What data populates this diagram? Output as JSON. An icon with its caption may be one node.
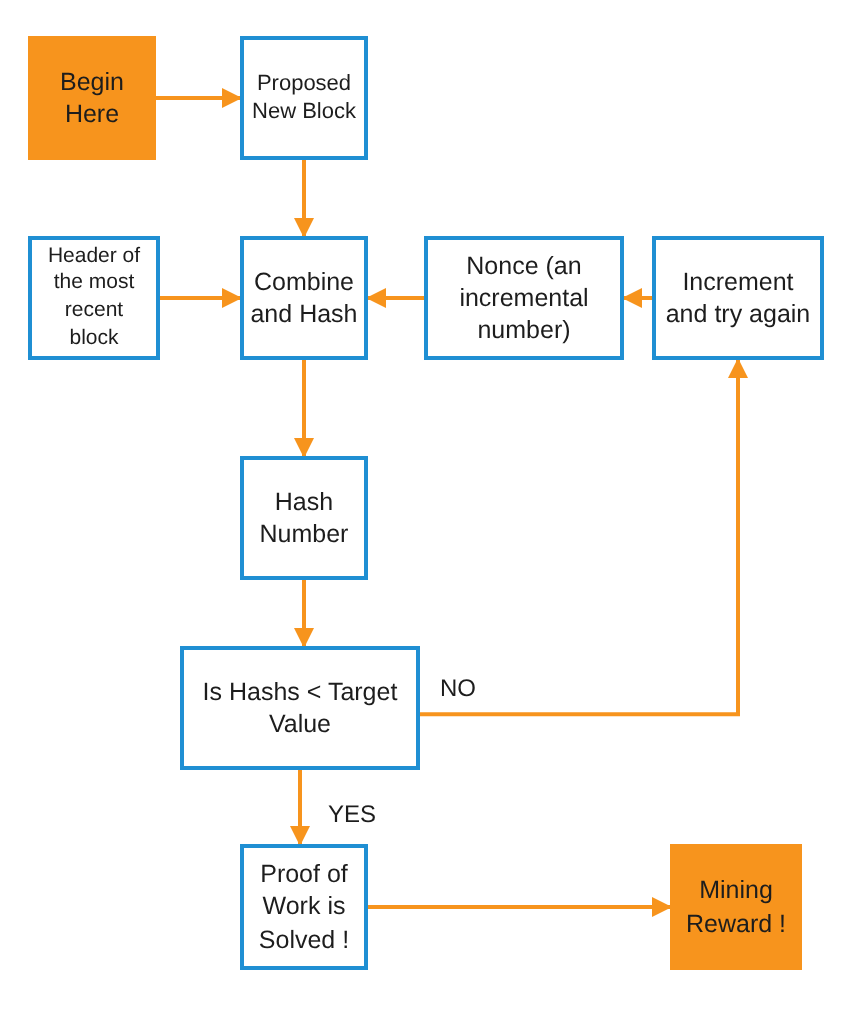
{
  "diagram": {
    "nodes": [
      {
        "text": [
          "Begin Here"
        ]
      },
      {
        "text": [
          "Proposed New Block"
        ]
      },
      {
        "text": [
          "Header of the most recent block"
        ]
      },
      {
        "text": [
          "Combine and Hash"
        ]
      },
      {
        "text": [
          "Nonce (an incremental number)"
        ]
      },
      {
        "text": [
          "Increment and try again"
        ]
      },
      {
        "text": [
          "Hash Number"
        ]
      },
      {
        "text": [
          "Is Hashs < Target Value"
        ]
      },
      {
        "text": [
          "Proof of Work is Solved !"
        ]
      },
      {
        "text": [
          "Mining Reward !"
        ]
      }
    ],
    "edges": [
      {
        "from": 0,
        "to": 1,
        "arrow": "to"
      },
      {
        "from": 1,
        "to": 3,
        "arrow": "to"
      },
      {
        "from": 2,
        "to": 3,
        "arrow": "to"
      },
      {
        "from": 4,
        "to": 3,
        "arrow": "to"
      },
      {
        "from": 5,
        "to": 4,
        "arrow": "to"
      },
      {
        "from": 3,
        "to": 6,
        "arrow": "to"
      },
      {
        "from": 6,
        "to": 7,
        "arrow": "to"
      },
      {
        "from": 7,
        "to": 5,
        "arrow": "to",
        "label": "NO"
      },
      {
        "from": 7,
        "to": 8,
        "arrow": "to",
        "label": "YES"
      },
      {
        "from": 8,
        "to": 9,
        "arrow": "to"
      }
    ]
  }
}
